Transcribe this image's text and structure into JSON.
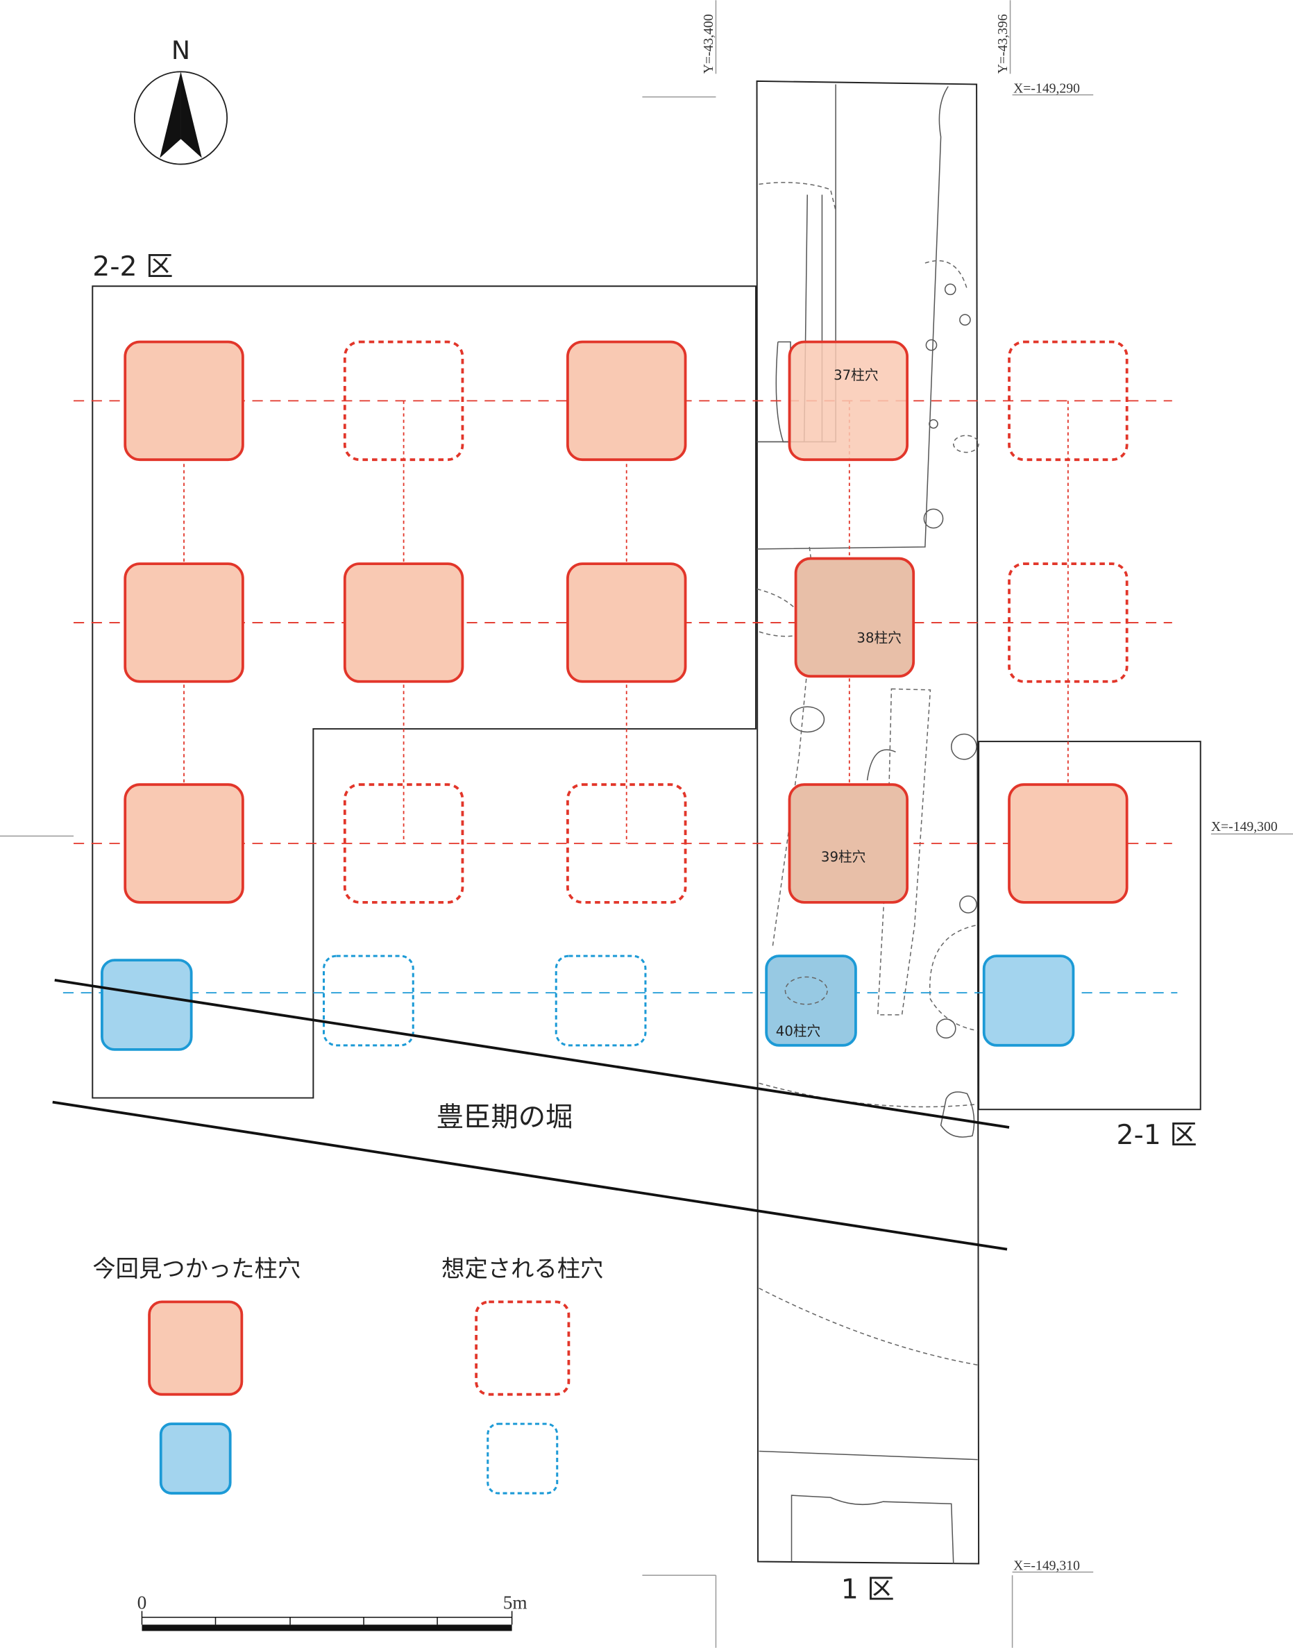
{
  "north_label": "N",
  "areas": {
    "area_2_2": "2-2 区",
    "area_2_1": "2-1 区",
    "area_1": "1 区"
  },
  "moat_label": "豊臣期の堀",
  "postholes": {
    "p37": "37柱穴",
    "p38": "38柱穴",
    "p39": "39柱穴",
    "p40": "40柱穴"
  },
  "legend": {
    "found": "今回見つかった柱穴",
    "expected": "想定される柱穴"
  },
  "coordinates": {
    "y1": "Y=-43,400",
    "y2": "Y=-43,396",
    "x1": "X=-149,290",
    "x2": "X=-149,300",
    "x3": "X=-149,310"
  },
  "scale": {
    "start": "0",
    "end": "5m"
  },
  "colors": {
    "red": "#e2362a",
    "red_fill": "#f9c9b3",
    "blue": "#1c9ad6",
    "blue_fill": "#a3d4ee"
  }
}
